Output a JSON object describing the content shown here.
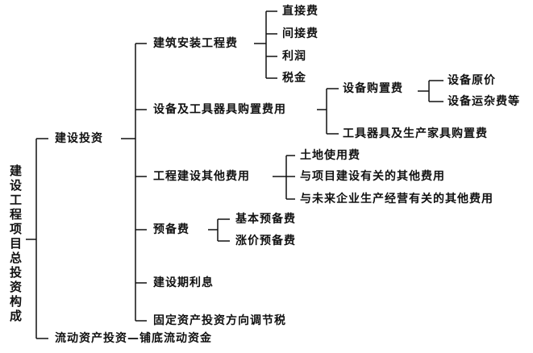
{
  "root": "建设工程项目总投资构成",
  "construction_investment": {
    "label": "建设投资",
    "building_install": {
      "label": "建筑安装工程费",
      "items": [
        "直接费",
        "间接费",
        "利润",
        "税金"
      ]
    },
    "equipment": {
      "label": "设备及工具器具购置费用",
      "purchase": {
        "label": "设备购置费",
        "items": [
          "设备原价",
          "设备运杂费等"
        ]
      },
      "tools": "工具器具及生产家具购置费"
    },
    "other": {
      "label": "工程建设其他费用",
      "items": [
        "土地使用费",
        "与项目建设有关的其他费用",
        "与未来企业生产经营有关的其他费用"
      ]
    },
    "reserve": {
      "label": "预备费",
      "items": [
        "基本预备费",
        "涨价预备费"
      ]
    },
    "interest": "建设期利息",
    "tax": "固定资产投资方向调节税"
  },
  "current_assets": "流动资产投资—铺底流动资金"
}
